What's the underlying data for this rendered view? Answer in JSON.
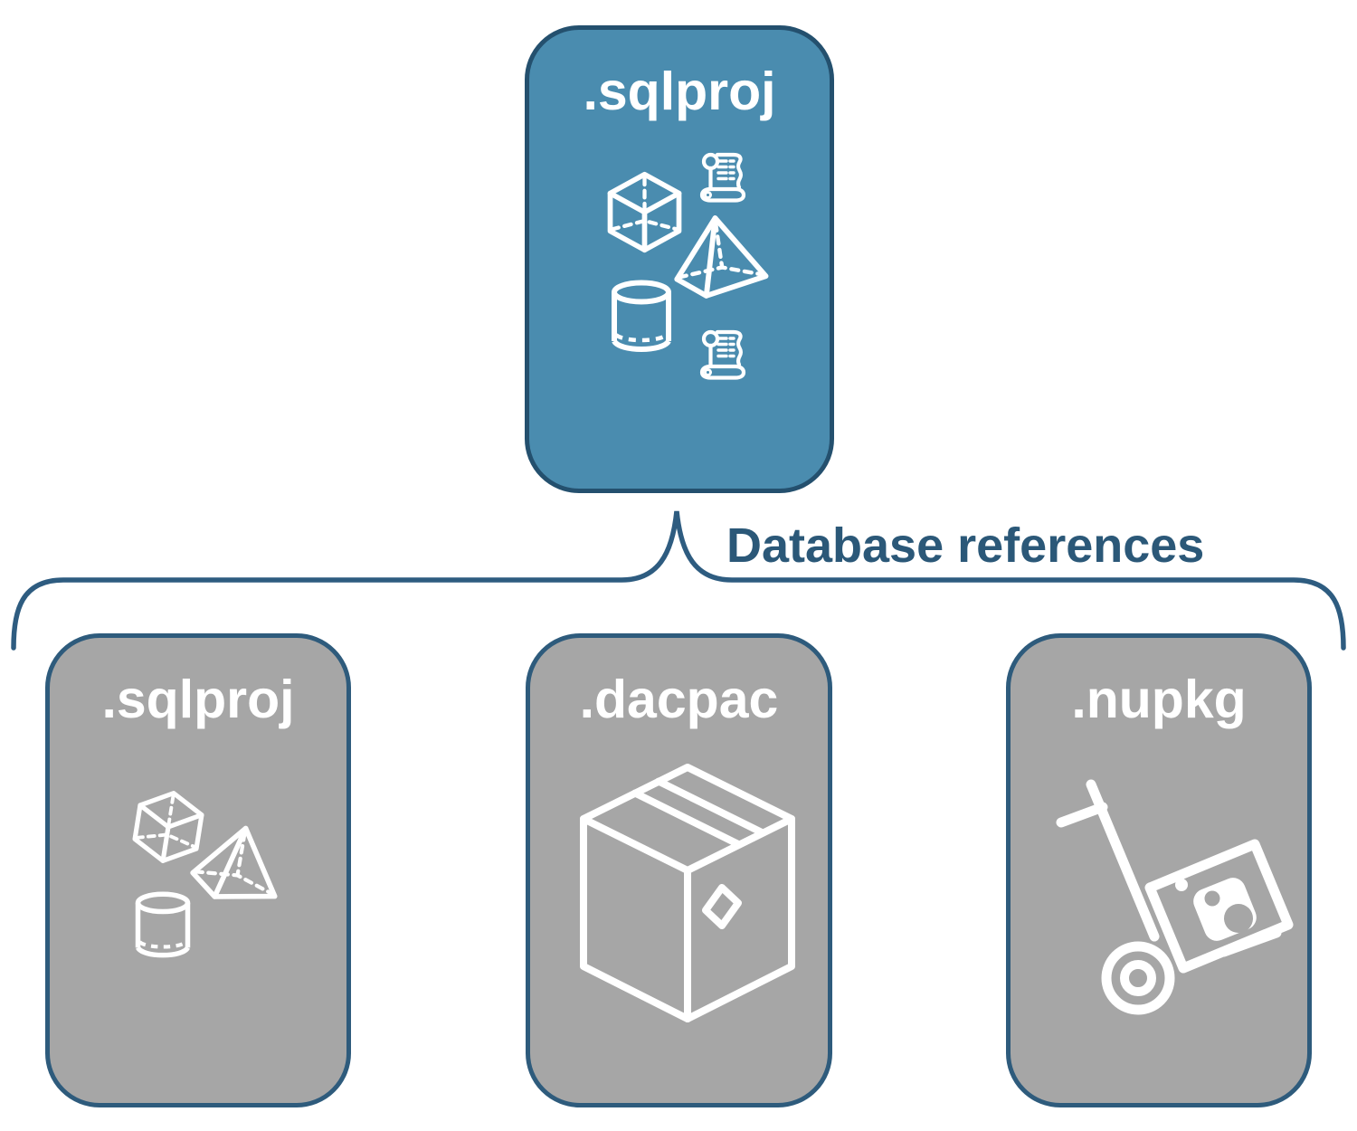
{
  "connector": {
    "label": "Database references",
    "line_color": "#2e5c80",
    "label_color": "#2b5878"
  },
  "nodes": {
    "root": {
      "label": ".sqlproj",
      "fill": "#4a8caf",
      "border": "#24506e",
      "text_color": "#ffffff",
      "icons": [
        "scroll-icon",
        "cube-icon",
        "pyramid-icon",
        "cylinder-icon",
        "scroll-icon"
      ]
    },
    "children": [
      {
        "label": ".sqlproj",
        "fill": "#a6a6a6",
        "border": "#2e5b7c",
        "text_color": "#ffffff",
        "icons": [
          "cube-icon",
          "pyramid-icon",
          "cylinder-icon"
        ]
      },
      {
        "label": ".dacpac",
        "fill": "#a6a6a6",
        "border": "#2e5b7c",
        "text_color": "#ffffff",
        "icons": [
          "package-box-icon"
        ]
      },
      {
        "label": ".nupkg",
        "fill": "#a6a6a6",
        "border": "#2e5b7c",
        "text_color": "#ffffff",
        "icons": [
          "hand-truck-package-icon"
        ]
      }
    ]
  }
}
